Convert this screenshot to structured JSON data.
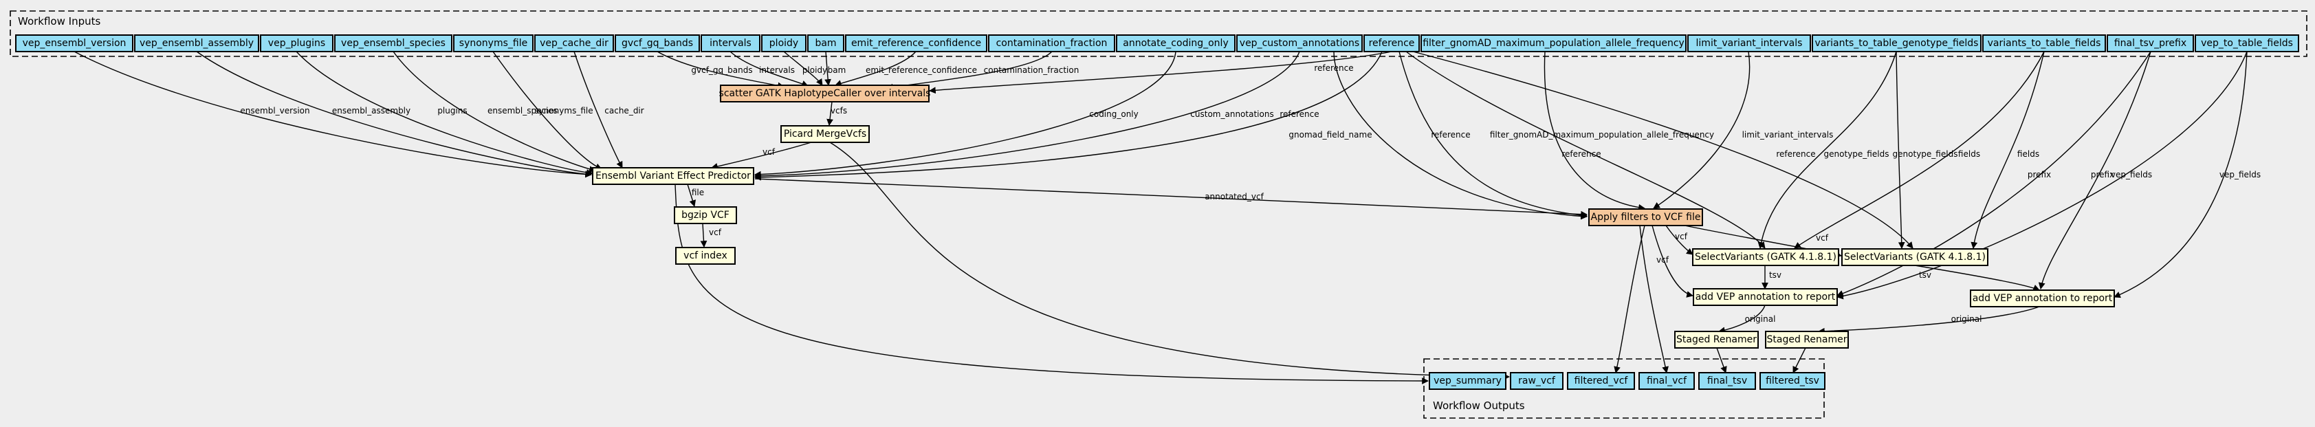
{
  "clusters": {
    "inputs_title": "Workflow Inputs",
    "outputs_title": "Workflow Outputs"
  },
  "colors": {
    "io_node": "#94ddf4",
    "step_node": "#ffffdd",
    "scatter_node": "#f5c79b",
    "background": "#eeeeee"
  },
  "nodes": {
    "in_vep_ensembl_version": "vep_ensembl_version",
    "in_vep_ensembl_assembly": "vep_ensembl_assembly",
    "in_vep_plugins": "vep_plugins",
    "in_vep_ensembl_species": "vep_ensembl_species",
    "in_synonyms_file": "synonyms_file",
    "in_vep_cache_dir": "vep_cache_dir",
    "in_gvcf_gq_bands": "gvcf_gq_bands",
    "in_intervals": "intervals",
    "in_ploidy": "ploidy",
    "in_bam": "bam",
    "in_emit_reference_confidence": "emit_reference_confidence",
    "in_contamination_fraction": "contamination_fraction",
    "in_annotate_coding_only": "annotate_coding_only",
    "in_vep_custom_annotations": "vep_custom_annotations",
    "in_reference": "reference",
    "in_filter_gnomad": "filter_gnomAD_maximum_population_allele_frequency",
    "in_limit_variant_intervals": "limit_variant_intervals",
    "in_variants_to_table_genotype_fields": "variants_to_table_genotype_fields",
    "in_variants_to_table_fields": "variants_to_table_fields",
    "in_final_tsv_prefix": "final_tsv_prefix",
    "in_vep_to_table_fields": "vep_to_table_fields",
    "step_haplotypecaller": "scatter GATK HaplotypeCaller over intervals",
    "step_mergevcfs": "Picard MergeVcfs",
    "step_vep": "Ensembl Variant Effect Predictor",
    "step_bgzip": "bgzip VCF",
    "step_vcf_index": "vcf index",
    "step_apply_filters": "Apply filters to VCF file",
    "step_selectvariants_1": "SelectVariants (GATK 4.1.8.1)",
    "step_selectvariants_2": "SelectVariants (GATK 4.1.8.1)",
    "step_add_vep_1": "add VEP annotation to report",
    "step_add_vep_2": "add VEP annotation to report",
    "step_renamer_1": "Staged Renamer",
    "step_renamer_2": "Staged Renamer",
    "out_vep_summary": "vep_summary",
    "out_raw_vcf": "raw_vcf",
    "out_filtered_vcf": "filtered_vcf",
    "out_final_vcf": "final_vcf",
    "out_final_tsv": "final_tsv",
    "out_filtered_tsv": "filtered_tsv"
  },
  "edge_labels": {
    "gvcf_gq_bands": "gvcf_gq_bands",
    "intervals": "intervals",
    "ploidy": "ploidy",
    "bam": "bam",
    "emit_reference_confidence": "emit_reference_confidence",
    "contamination_fraction": "contamination_fraction",
    "reference_hc": "reference",
    "vcfs": "vcfs",
    "vcf_merge": "vcf",
    "ensembl_version": "ensembl_version",
    "ensembl_assembly": "ensembl_assembly",
    "plugins": "plugins",
    "ensembl_species": "ensembl_species",
    "synonyms_file": "synonyms_file",
    "cache_dir": "cache_dir",
    "coding_only": "coding_only",
    "custom_annotations": "custom_annotations",
    "reference_vep": "reference",
    "file": "file",
    "vcf_bgzip": "vcf",
    "annotated_vcf": "annotated_vcf",
    "gnomad_field_name": "gnomad_field_name",
    "reference_af": "reference",
    "filter_gnomad": "filter_gnomAD_maximum_population_allele_frequency",
    "reference_sv1": "reference",
    "reference_sv2": "reference",
    "limit_variant_intervals": "limit_variant_intervals",
    "genotype_fields_1": "genotype_fields",
    "genotype_fields_2": "genotype_fields",
    "fields_1": "fields",
    "fields_2": "fields",
    "prefix_1": "prefix",
    "prefix_2": "prefix",
    "vep_fields_1": "vep_fields",
    "vep_fields_2": "vep_fields",
    "vcf_sv1": "vcf",
    "vcf_sv2": "vcf",
    "vcf_add1": "vcf",
    "tsv_1": "tsv",
    "tsv_2": "tsv",
    "original_1": "original",
    "original_2": "original"
  }
}
